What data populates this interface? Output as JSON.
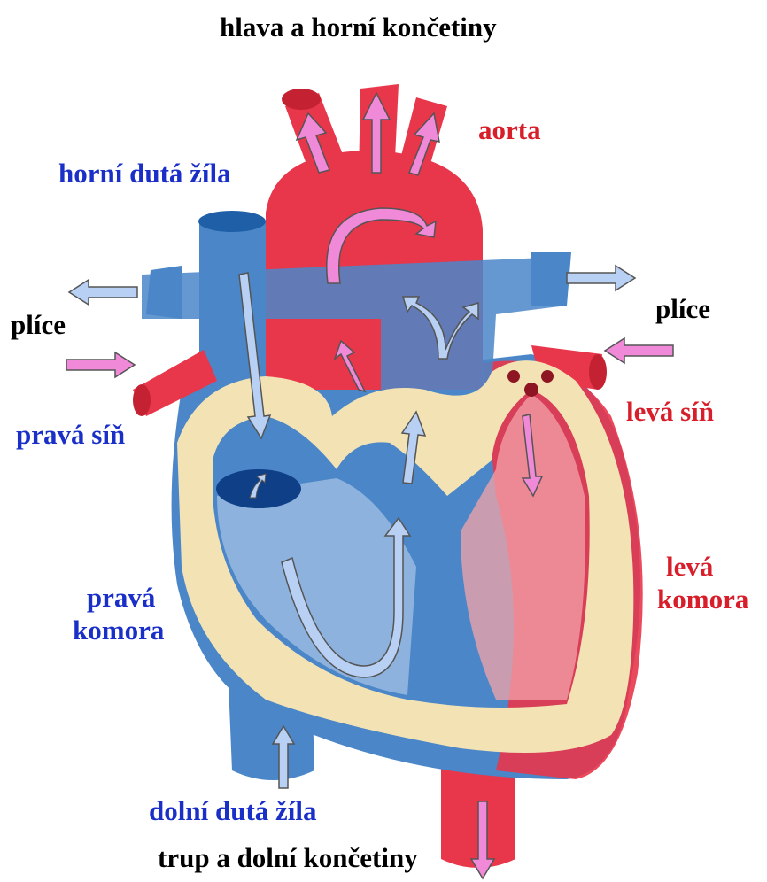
{
  "colors": {
    "oxygenated": "#e8364a",
    "deoxygenated": "#4a86c8",
    "wall": "#f3e3b4",
    "label_blue": "#1a2fc8",
    "label_red": "#d81e2a",
    "arrow_pink": "#f08ad8",
    "arrow_light_blue": "#b8d0f4"
  },
  "labels": {
    "top": "hlava a horní končetiny",
    "bottom": "trup a dolní končetiny",
    "aorta": "aorta",
    "superior_vena_cava": "horní dutá žíla",
    "lungs_left": "plíce",
    "lungs_right": "plíce",
    "right_atrium": "pravá síň",
    "left_atrium": "levá síň",
    "right_ventricle_1": "pravá",
    "right_ventricle_2": "komora",
    "left_ventricle_1": "levá",
    "left_ventricle_2": "komora",
    "inferior_vena_cava": "dolní dutá žíla"
  }
}
